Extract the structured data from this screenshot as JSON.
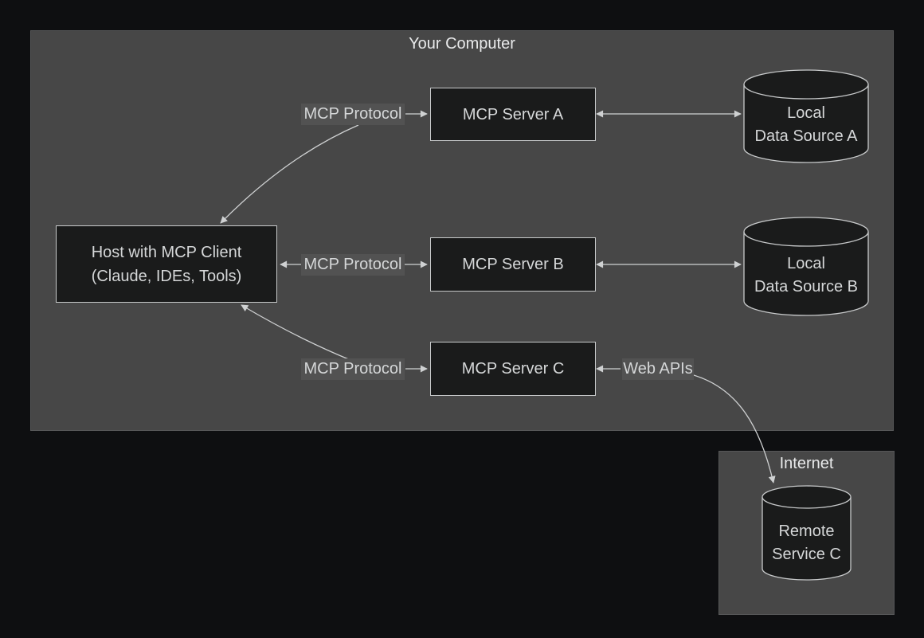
{
  "diagram": {
    "containers": {
      "your_computer": {
        "title": "Your Computer"
      },
      "internet": {
        "title": "Internet"
      }
    },
    "nodes": {
      "host": {
        "line1": "Host with MCP Client",
        "line2": "(Claude, IDEs, Tools)"
      },
      "server_a": {
        "label": "MCP Server A"
      },
      "server_b": {
        "label": "MCP Server B"
      },
      "server_c": {
        "label": "MCP Server C"
      },
      "data_source_a": {
        "line1": "Local",
        "line2": "Data Source A"
      },
      "data_source_b": {
        "line1": "Local",
        "line2": "Data Source B"
      },
      "remote_service_c": {
        "line1": "Remote",
        "line2": "Service C"
      }
    },
    "edge_labels": {
      "protocol_a": "MCP Protocol",
      "protocol_b": "MCP Protocol",
      "protocol_c": "MCP Protocol",
      "web_apis": "Web APIs"
    },
    "colors": {
      "page_bg": "#0e0f11",
      "container_bg": "#474747",
      "node_bg": "#1a1b1b",
      "node_border": "#c8cacb",
      "edge_label_bg": "#525252",
      "arrow": "#cfd1d2",
      "text": "#d5d7d8",
      "title_text": "#e9eaeb"
    }
  }
}
